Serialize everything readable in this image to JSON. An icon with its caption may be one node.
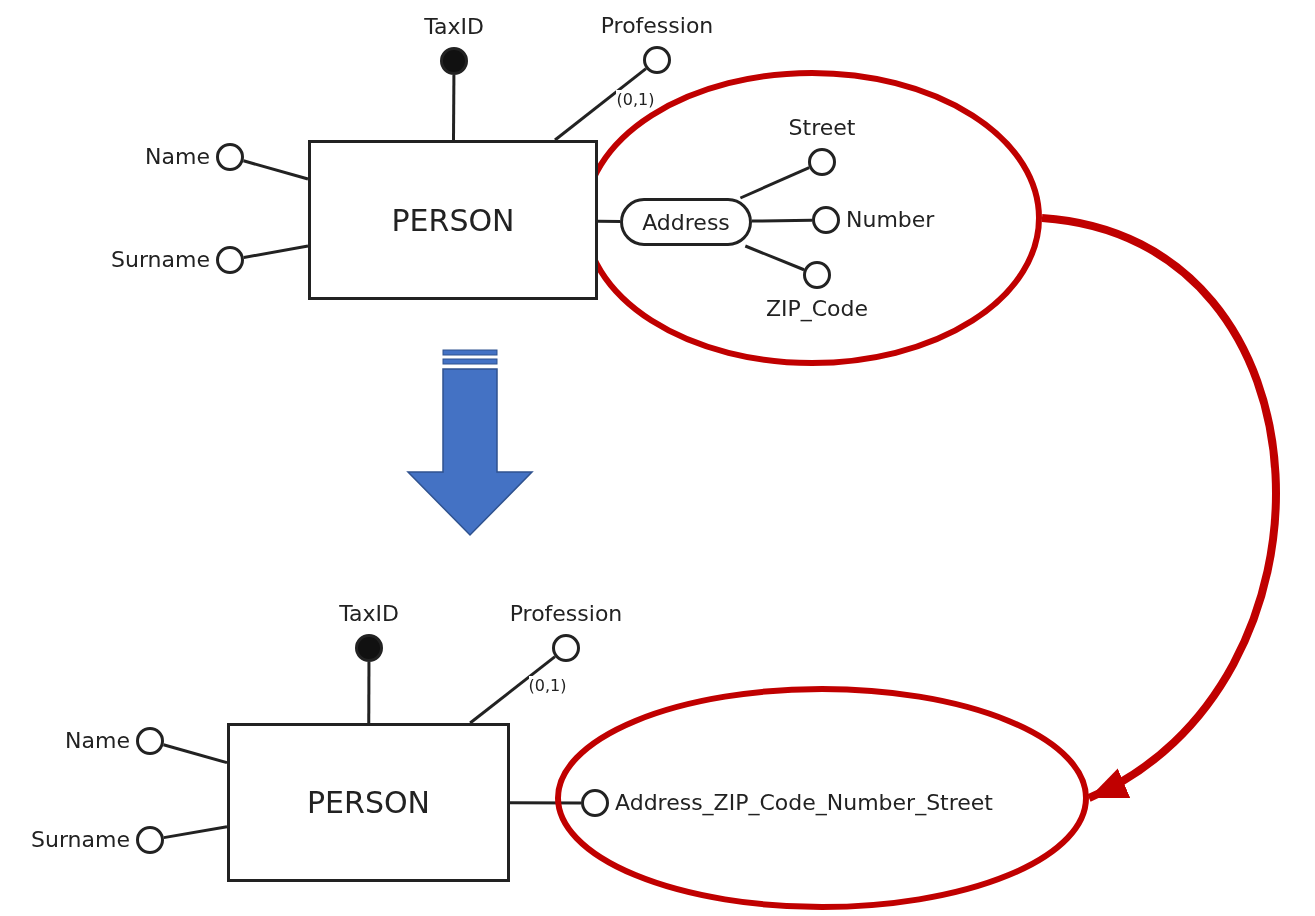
{
  "diagram": {
    "nodes": [
      {
        "text": [
          "TaxID"
        ]
      },
      {
        "text": [
          "Profession"
        ]
      },
      {
        "text": [
          "Name"
        ]
      },
      {
        "text": [
          "PERSON"
        ]
      },
      {
        "text": [],
        "shape": "ellipse"
      },
      {
        "text": [
          "Street"
        ],
        "in": 4
      },
      {
        "text": [
          "Address"
        ],
        "in": 4
      },
      {
        "text": [
          "Number"
        ],
        "in": 4
      },
      {
        "text": [
          "Surname"
        ]
      },
      {
        "text": [
          "ZIP_Code"
        ],
        "in": 4
      },
      {
        "text": [
          "TaxID"
        ]
      },
      {
        "text": [
          "Profession"
        ]
      },
      {
        "text": [
          "Name"
        ]
      },
      {
        "text": [
          "PERSON"
        ]
      },
      {
        "text": [],
        "shape": "ellipse"
      },
      {
        "text": [
          "Address_ZIP_Code_Number_Street"
        ],
        "in": 14
      },
      {
        "text": [
          "Surname"
        ]
      }
    ],
    "edges": [
      {
        "from": 3,
        "to": 0,
        "arrow": "none"
      },
      {
        "from": 3,
        "to": 1,
        "arrow": "none",
        "label": "(0,1)"
      },
      {
        "from": 3,
        "to": 2,
        "arrow": "none"
      },
      {
        "from": 3,
        "to": 8,
        "arrow": "none"
      },
      {
        "from": 3,
        "to": 6,
        "arrow": "none"
      },
      {
        "from": 6,
        "to": 5,
        "arrow": "none"
      },
      {
        "from": 6,
        "to": 7,
        "arrow": "none"
      },
      {
        "from": 6,
        "to": 9,
        "arrow": "none"
      },
      {
        "from": 4,
        "to": 14,
        "arrow": "to",
        "style": "thick",
        "color": "#c00000"
      },
      {
        "from": 13,
        "to": 10,
        "arrow": "none"
      },
      {
        "from": 13,
        "to": 11,
        "arrow": "none",
        "label": "(0,1)"
      },
      {
        "from": 13,
        "to": 12,
        "arrow": "none"
      },
      {
        "from": 13,
        "to": 16,
        "arrow": "none"
      },
      {
        "from": 13,
        "to": 15,
        "arrow": "none"
      }
    ]
  }
}
